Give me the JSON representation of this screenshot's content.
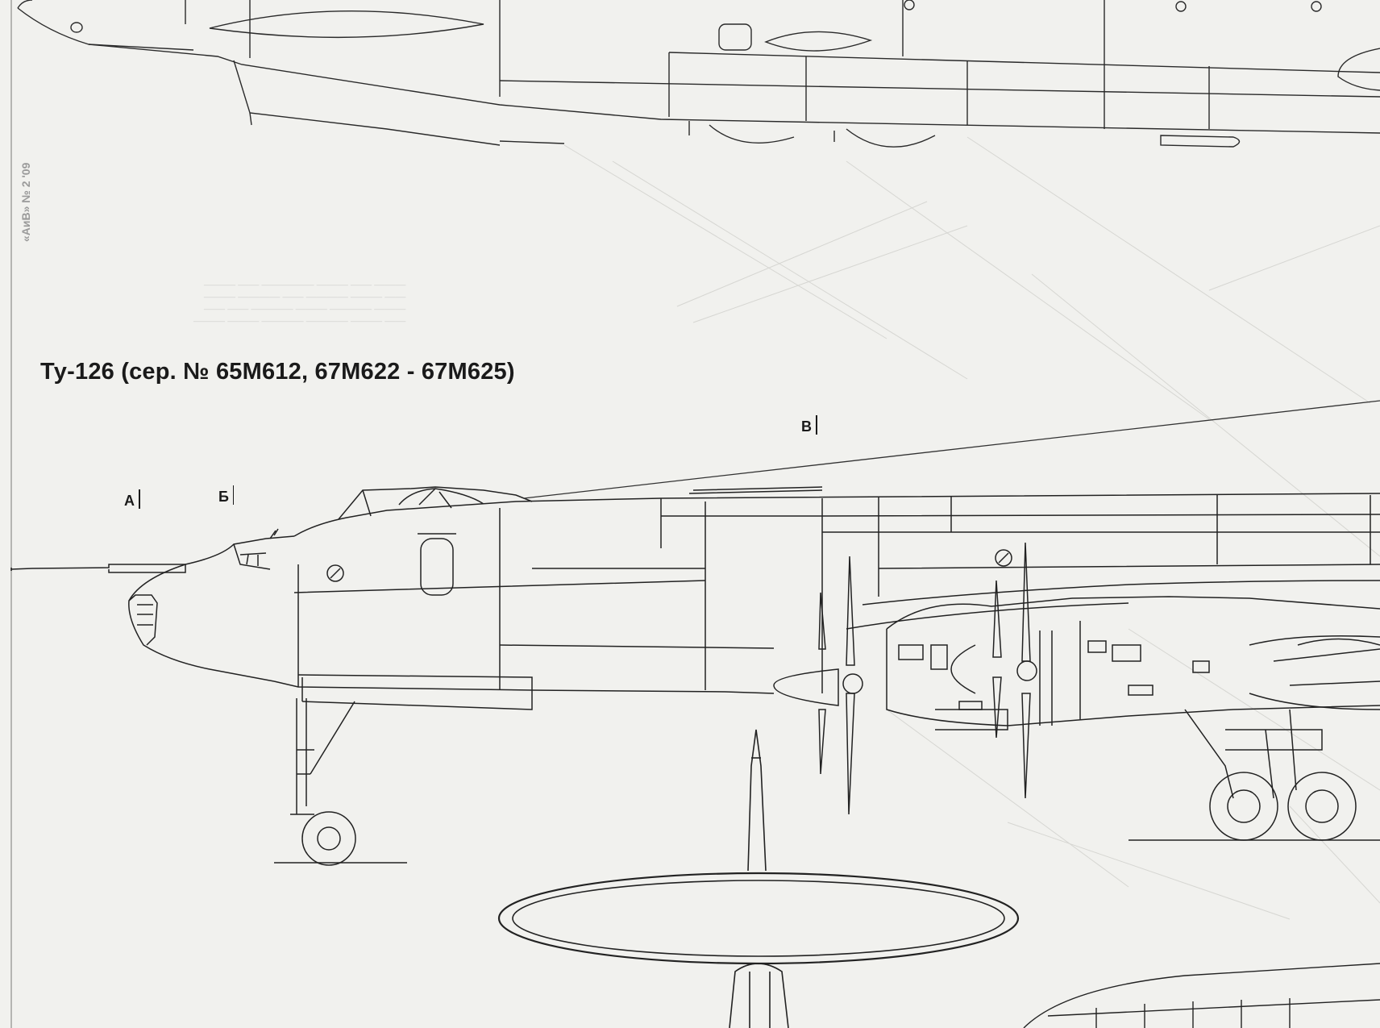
{
  "title": "Ту-126 (сер. № 65М612, 67М622 - 67М625)",
  "section_marks": {
    "a": "А",
    "b": "Б",
    "v": "В"
  },
  "page_code": "«АиВ» № 2 '09"
}
